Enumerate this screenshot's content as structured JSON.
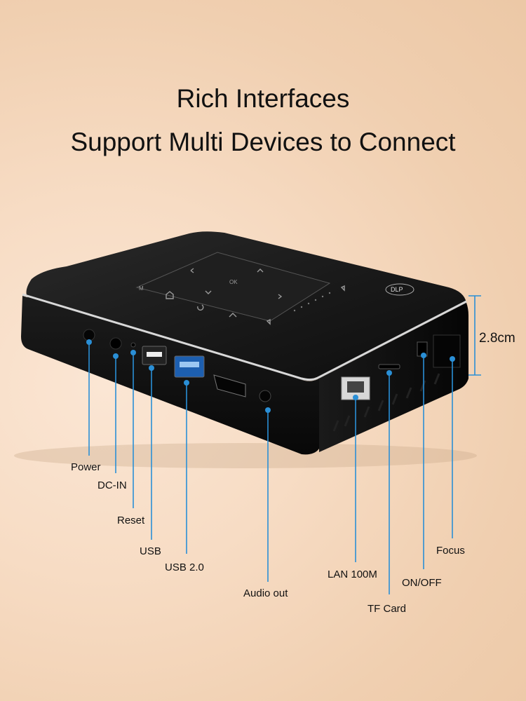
{
  "title_line1": "Rich Interfaces",
  "title_line2": "Support Multi Devices to Connect",
  "dimension": "2.8cm",
  "device_logo": "DLP",
  "touchpad_ok": "OK",
  "touchpad_menu": "M",
  "ports": {
    "power": "Power",
    "dc_in": "DC-IN",
    "reset": "Reset",
    "usb": "USB",
    "usb2": "USB 2.0",
    "audio": "Audio out",
    "lan": "LAN 100M",
    "tf": "TF Card",
    "onoff": "ON/OFF",
    "focus": "Focus"
  },
  "colors": {
    "leader": "#2a8fd6",
    "device": "#141414"
  }
}
